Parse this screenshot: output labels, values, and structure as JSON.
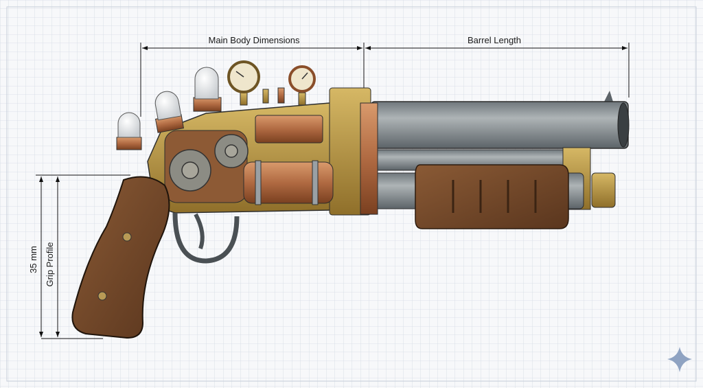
{
  "annotations": {
    "main_body": "Main Body Dimensions",
    "barrel": "Barrel Length",
    "grip_size": "35 mm",
    "grip_label": "Grip Profile"
  },
  "colors": {
    "grid": "#d3dae3",
    "brass": "#b8973f",
    "copper": "#b06a42",
    "steel": "#8a9196",
    "wood": "#6b4428",
    "accent": "#8fa3c2"
  },
  "icons": {
    "corner": "sparkle-icon"
  }
}
